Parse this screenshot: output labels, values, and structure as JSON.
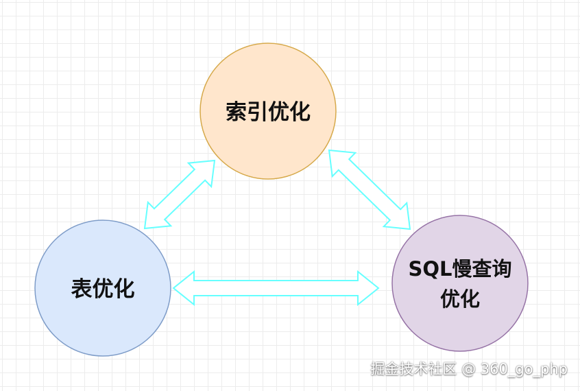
{
  "diagram": {
    "nodes": {
      "index": {
        "label": "索引优化",
        "fill": "#FFE6CC",
        "stroke": "#D6A94A"
      },
      "table": {
        "label": "表优化",
        "fill": "#DAE8FC",
        "stroke": "#7E9CC8"
      },
      "sql": {
        "line1": "SQL慢查询",
        "line2": "优化",
        "fill": "#E1D5E7",
        "stroke": "#9673A6"
      }
    },
    "arrow_color": "#66FFFF",
    "edges": [
      {
        "from": "表优化",
        "to": "索引优化",
        "direction": "bidirectional"
      },
      {
        "from": "索引优化",
        "to": "SQL慢查询优化",
        "direction": "bidirectional"
      },
      {
        "from": "表优化",
        "to": "SQL慢查询优化",
        "direction": "bidirectional"
      }
    ]
  },
  "watermark": "掘金技术社区 @ 360_go_php"
}
